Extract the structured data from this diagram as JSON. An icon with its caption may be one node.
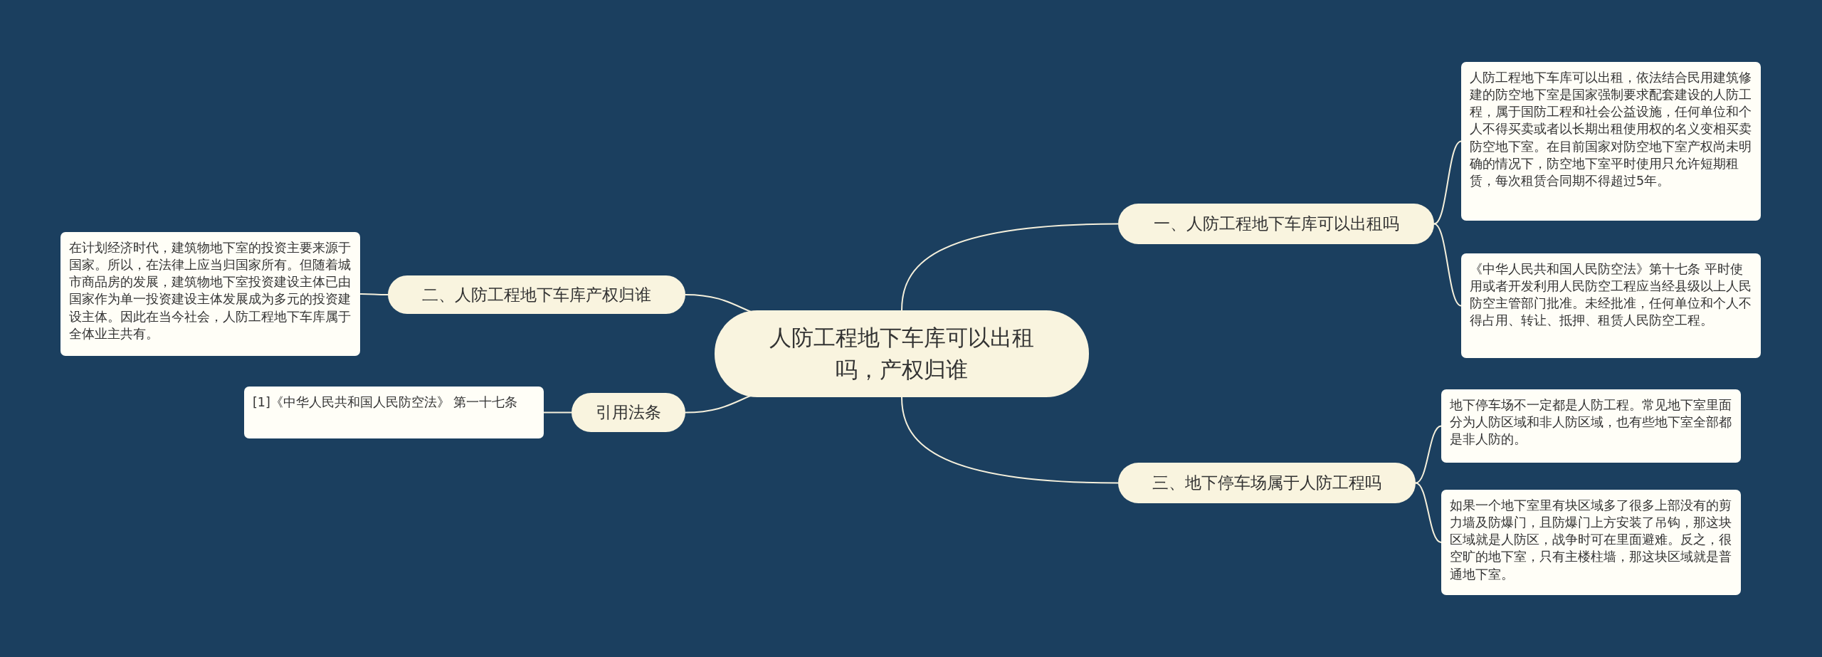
{
  "diagram": {
    "nodes": [
      {
        "text": [
          "人防工程地下车库可以出租吗，产权归谁"
        ]
      },
      {
        "text": [
          "一、人防工程地下车库可以出租吗"
        ]
      },
      {
        "text": [
          "人防工程地下车库可以出租，依法结合民用建筑修建的防空地下室是国家强制要求配套建设的人防工程，属于国防工程和社会公益设施，任何单位和个人不得买卖或者以长期出租使用权的名义变相买卖防空地下室。在目前国家对防空地下室产权尚未明确的情况下，防空地下室平时使用只允许短期租赁，每次租赁合同期不得超过5年。"
        ]
      },
      {
        "text": [
          "《中华人民共和国人民防空法》第十七条 平时使用或者开发利用人民防空工程应当经县级以上人民防空主管部门批准。未经批准，任何单位和个人不得占用、转让、抵押、租赁人民防空工程。"
        ]
      },
      {
        "text": [
          "二、人防工程地下车库产权归谁"
        ]
      },
      {
        "text": [
          "在计划经济时代，建筑物地下室的投资主要来源于国家。所以，在法律上应当归国家所有。但随着城市商品房的发展，建筑物地下室投资建设主体已由国家作为单一投资建设主体发展成为多元的投资建设主体。因此在当今社会，人防工程地下车库属于全体业主共有。"
        ]
      },
      {
        "text": [
          "三、地下停车场属于人防工程吗"
        ]
      },
      {
        "text": [
          "地下停车场不一定都是人防工程。常见地下室里面分为人防区域和非人防区域，也有些地下室全部都是非人防的。"
        ]
      },
      {
        "text": [
          "如果一个地下室里有块区域多了很多上部没有的剪力墙及防爆门，且防爆门上方安装了吊钩，那这块区域就是人防区，战争时可在里面避难。反之，很空旷的地下室，只有主楼柱墙，那这块区域就是普通地下室。"
        ]
      },
      {
        "text": [
          "引用法条"
        ]
      },
      {
        "text": [
          "[1]《中华人民共和国人民防空法》 第一十七条"
        ]
      }
    ],
    "edges": [
      {
        "from": 0,
        "to": 1,
        "arrow": "none"
      },
      {
        "from": 1,
        "to": 2,
        "arrow": "none"
      },
      {
        "from": 1,
        "to": 3,
        "arrow": "none"
      },
      {
        "from": 0,
        "to": 4,
        "arrow": "none"
      },
      {
        "from": 4,
        "to": 5,
        "arrow": "none"
      },
      {
        "from": 0,
        "to": 6,
        "arrow": "none"
      },
      {
        "from": 6,
        "to": 7,
        "arrow": "none"
      },
      {
        "from": 6,
        "to": 8,
        "arrow": "none"
      },
      {
        "from": 0,
        "to": 9,
        "arrow": "none"
      },
      {
        "from": 9,
        "to": 10,
        "arrow": "none"
      }
    ]
  }
}
